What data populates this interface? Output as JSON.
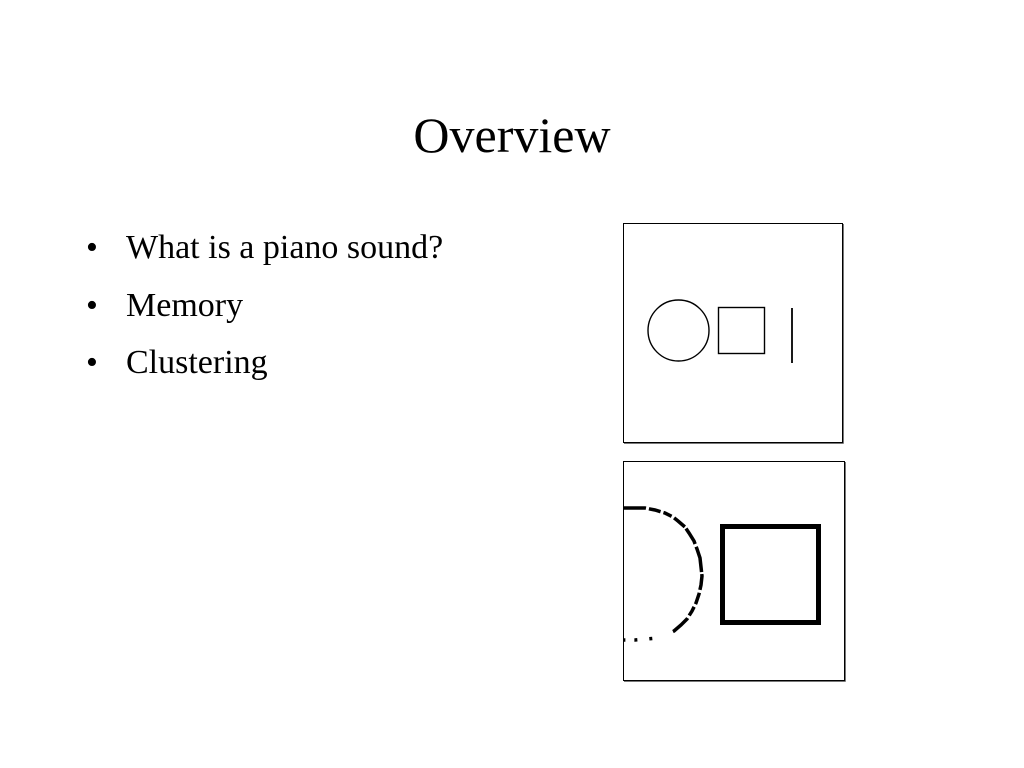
{
  "slide": {
    "title": "Overview",
    "bullets": [
      {
        "marker": "•",
        "text": "What is a piano sound?"
      },
      {
        "marker": "•",
        "text": "Memory"
      },
      {
        "marker": "•",
        "text": "Clustering"
      }
    ]
  },
  "figures": {
    "top": {
      "shapes": [
        "circle",
        "square",
        "vertical-line"
      ]
    },
    "bottom": {
      "shapes": [
        "half-circle-dashed",
        "square-thick"
      ]
    }
  },
  "colors": {
    "background": "#ffffff",
    "text": "#000000"
  }
}
